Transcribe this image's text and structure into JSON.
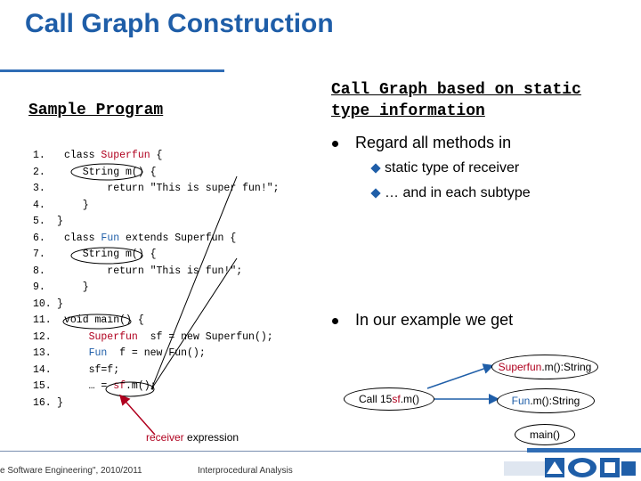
{
  "title": "Call Graph Construction",
  "left_heading": "Sample Program",
  "right_heading_lines": [
    "Call Graph based on static",
    "type information"
  ],
  "code_lines": [
    {
      "num": "1.",
      "parts": [
        {
          "t": "class "
        },
        {
          "t": "Superfun",
          "c": "red"
        },
        {
          "t": " {"
        }
      ]
    },
    {
      "num": "2.",
      "parts": [
        {
          "t": "   String m() {"
        }
      ]
    },
    {
      "num": "3.",
      "parts": [
        {
          "t": "       return \"This is super fun!\";"
        }
      ]
    },
    {
      "num": "4.",
      "parts": [
        {
          "t": "   }"
        }
      ]
    },
    {
      "num": "5.",
      "parts": [
        {
          "t": "}"
        }
      ],
      "shift": true
    },
    {
      "num": "6.",
      "parts": [
        {
          "t": "class "
        },
        {
          "t": "Fun",
          "c": "blue"
        },
        {
          "t": " extends Superfun {"
        }
      ]
    },
    {
      "num": "7.",
      "parts": [
        {
          "t": "   String m() {"
        }
      ]
    },
    {
      "num": "8.",
      "parts": [
        {
          "t": "       return \"This is fun!\";"
        }
      ]
    },
    {
      "num": "9.",
      "parts": [
        {
          "t": "   }"
        }
      ]
    },
    {
      "num": "10.",
      "parts": [
        {
          "t": "}"
        }
      ],
      "shift": true
    },
    {
      "num": "11.",
      "parts": [
        {
          "t": "void main() {"
        }
      ]
    },
    {
      "num": "12.",
      "parts": [
        {
          "t": "    Superfun",
          "c": "red"
        },
        {
          "t": "  sf = new Superfun();"
        }
      ]
    },
    {
      "num": "13.",
      "parts": [
        {
          "t": "    Fun",
          "c": "blue"
        },
        {
          "t": "  f = new Fun();"
        }
      ]
    },
    {
      "num": "14.",
      "parts": [
        {
          "t": "    sf=f;"
        }
      ]
    },
    {
      "num": "15.",
      "parts": [
        {
          "t": "    … = "
        },
        {
          "t": "sf",
          "c": "red"
        },
        {
          "t": ".m();"
        }
      ]
    },
    {
      "num": "16.",
      "parts": [
        {
          "t": "}"
        }
      ],
      "shift": true
    }
  ],
  "bullets": [
    {
      "text": "Regard all methods in",
      "subs": [
        "static type of receiver",
        "… and in each subtype"
      ]
    },
    {
      "text": "In our example we get",
      "subs": []
    }
  ],
  "annotation": {
    "receiver": "receiver",
    "expression": " expression"
  },
  "nodes": {
    "call15": {
      "prefix": "Call 15 ",
      "red": "sf",
      "suffix": ".m()"
    },
    "superfun_m": {
      "red": "Superfun",
      "suffix": ".m():String"
    },
    "fun_m": {
      "blue": "Fun",
      "suffix": ".m():String"
    },
    "main": {
      "text": "main()"
    }
  },
  "footer": {
    "left": "e Software Engineering\", 2010/2011",
    "center": "Interprocedural Analysis"
  },
  "colors": {
    "title_blue": "#1f5ea8",
    "red": "#b0001e",
    "arrow_blue": "#1f5ea8"
  }
}
